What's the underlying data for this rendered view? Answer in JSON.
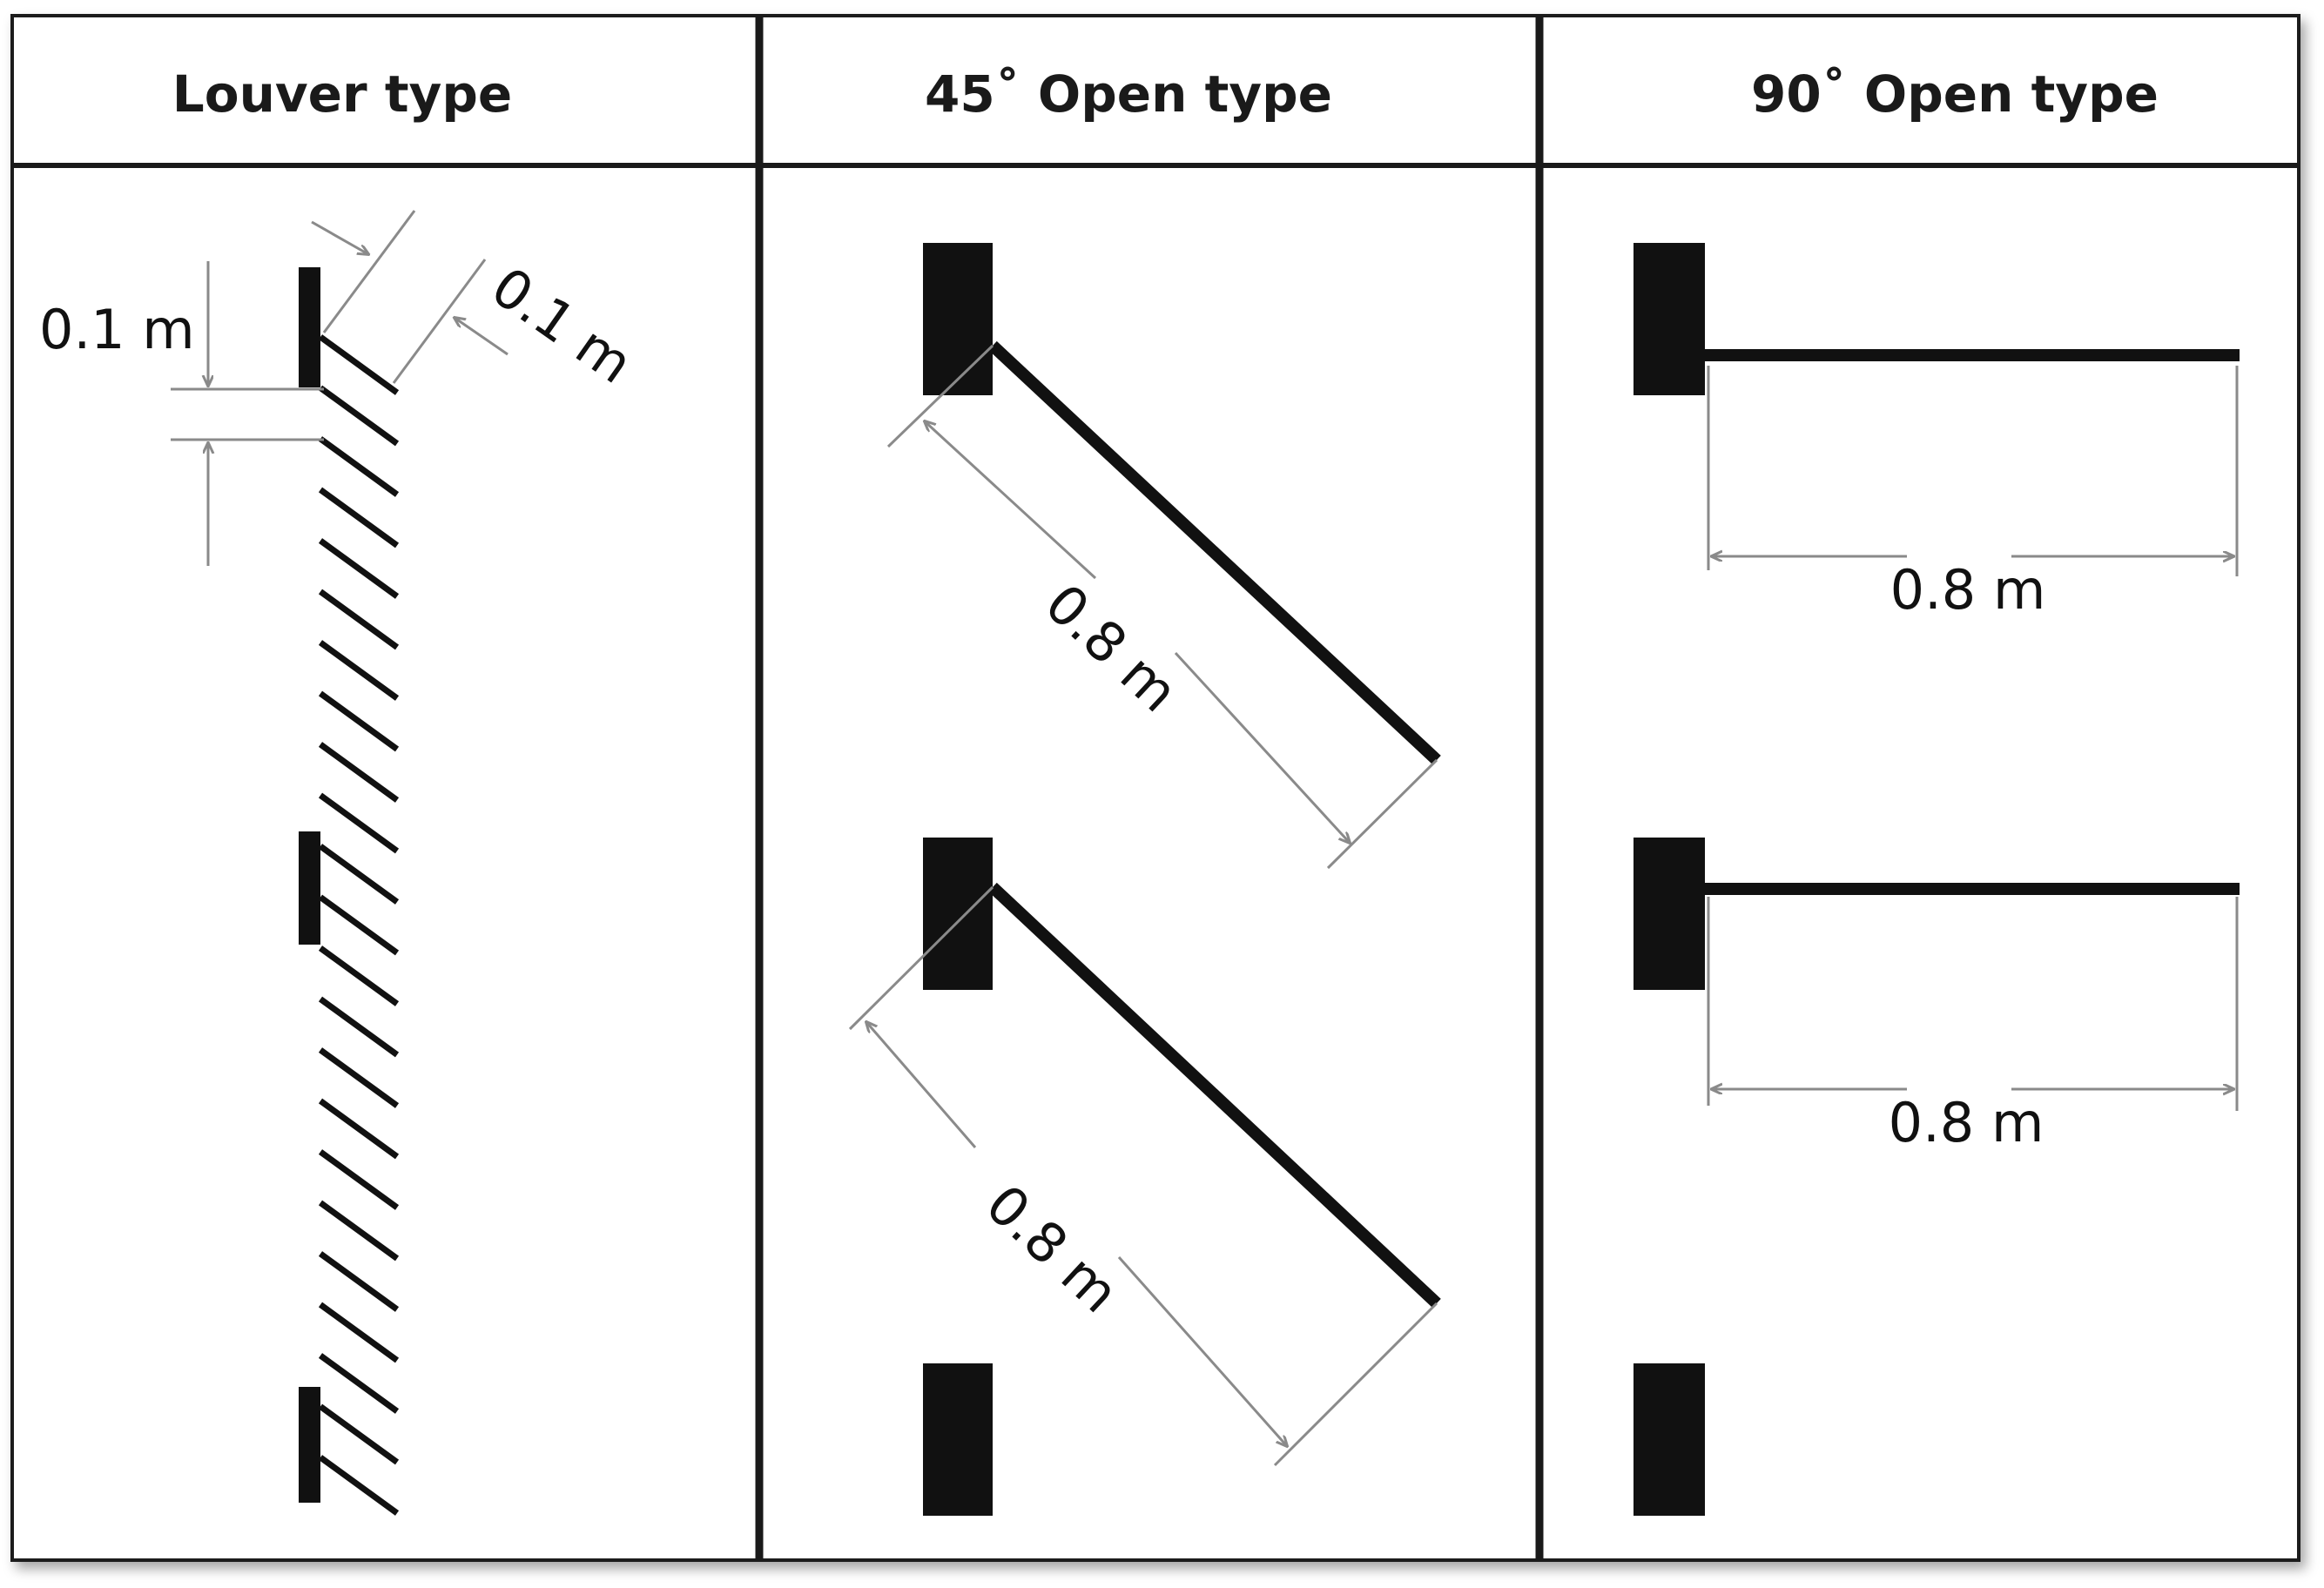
{
  "headers": {
    "louver": "Louver type",
    "open45": "45˚ Open type",
    "open90": "90˚ Open type"
  },
  "dimensions": {
    "louver_spacing": "0.1 m",
    "louver_width": "0.1 m",
    "open45_top_length": "0.8 m",
    "open45_bottom_length": "0.8 m",
    "open90_top_length": "0.8 m",
    "open90_bottom_length": "0.8 m"
  },
  "colors": {
    "ink": "#111111",
    "dimension": "#8a8a8a",
    "frame": "#1a1a1a"
  }
}
